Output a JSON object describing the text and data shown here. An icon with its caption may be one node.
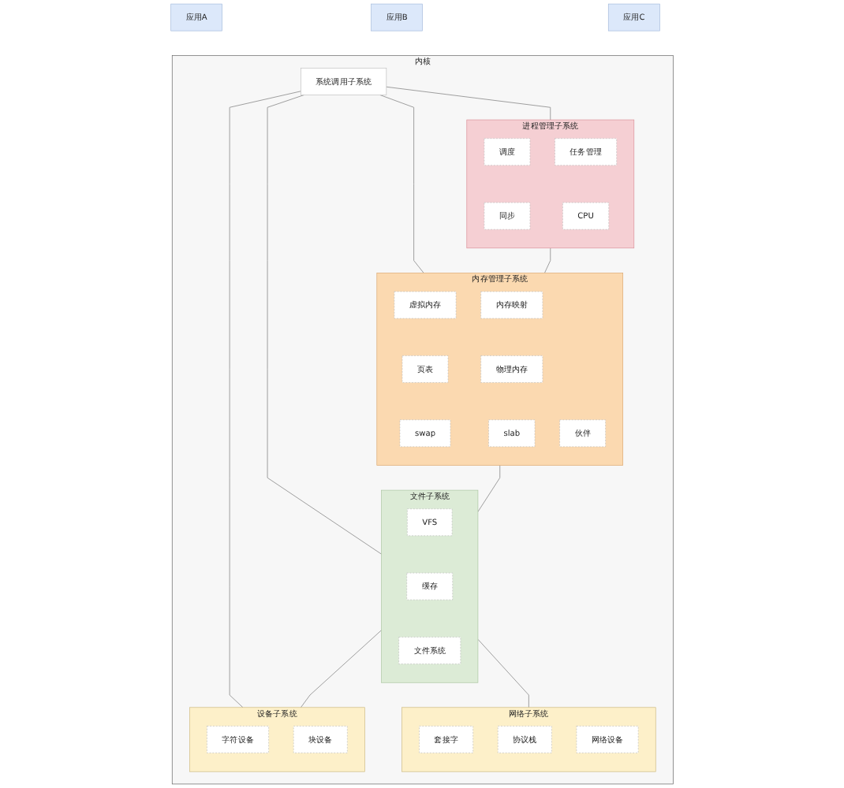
{
  "diagram": {
    "nodes": [
      {
        "text": [
          "应用A"
        ]
      },
      {
        "text": [
          "应用B"
        ]
      },
      {
        "text": [
          "应用C"
        ]
      },
      {
        "text": [
          "内核"
        ]
      },
      {
        "text": [
          "系统调用子系统"
        ],
        "in": 3
      },
      {
        "text": [
          "进程管理子系统"
        ],
        "in": 3
      },
      {
        "text": [
          "调度"
        ],
        "in": 5
      },
      {
        "text": [
          "任务管理"
        ],
        "in": 5
      },
      {
        "text": [
          "同步"
        ],
        "in": 5
      },
      {
        "text": [
          "CPU"
        ],
        "in": 5
      },
      {
        "text": [
          "内存管理子系统"
        ],
        "in": 3
      },
      {
        "text": [
          "虚拟内存"
        ],
        "in": 10
      },
      {
        "text": [
          "内存映射"
        ],
        "in": 10
      },
      {
        "text": [
          "页表"
        ],
        "in": 10
      },
      {
        "text": [
          "物理内存"
        ],
        "in": 10
      },
      {
        "text": [
          "swap"
        ],
        "in": 10
      },
      {
        "text": [
          "伙伴"
        ],
        "in": 10
      },
      {
        "text": [
          "slab"
        ],
        "in": 10
      },
      {
        "text": [
          "文件子系统"
        ],
        "in": 3
      },
      {
        "text": [
          "VFS"
        ],
        "in": 18
      },
      {
        "text": [
          "缓存"
        ],
        "in": 18
      },
      {
        "text": [
          "文件系统"
        ],
        "in": 18
      },
      {
        "text": [
          "网络子系统"
        ],
        "in": 3
      },
      {
        "text": [
          "套接字"
        ],
        "in": 22
      },
      {
        "text": [
          "协议栈"
        ],
        "in": 22
      },
      {
        "text": [
          "网络设备"
        ],
        "in": 22
      },
      {
        "text": [
          "设备子系统"
        ],
        "in": 3
      },
      {
        "text": [
          "字符设备"
        ],
        "in": 26
      },
      {
        "text": [
          "块设备"
        ],
        "in": 26
      }
    ],
    "edges": [
      {
        "from": 4,
        "to": 5,
        "arrow": "none"
      },
      {
        "from": 4,
        "to": 10,
        "arrow": "none"
      },
      {
        "from": 4,
        "to": 26,
        "arrow": "none"
      },
      {
        "from": 4,
        "to": 18,
        "arrow": "none"
      },
      {
        "from": 5,
        "to": 10,
        "arrow": "none"
      },
      {
        "from": 10,
        "to": 18,
        "arrow": "none"
      },
      {
        "from": 18,
        "to": 22,
        "arrow": "none"
      },
      {
        "from": 18,
        "to": 26,
        "arrow": "none"
      }
    ]
  }
}
